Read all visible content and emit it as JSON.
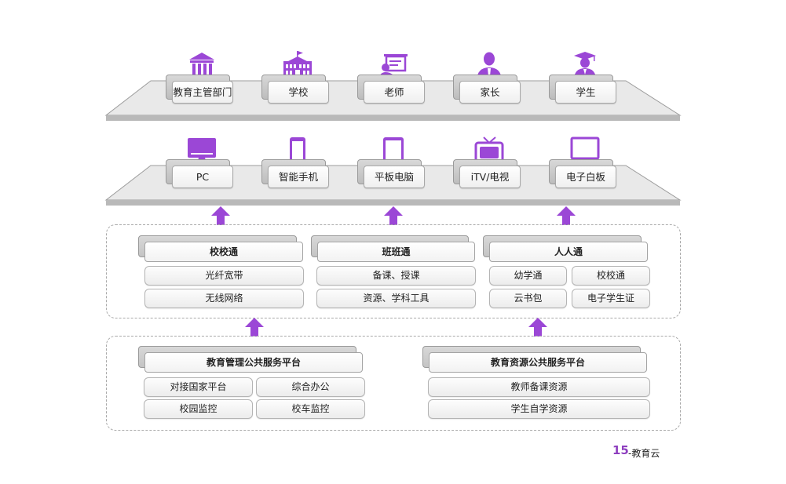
{
  "colors": {
    "accent": "#9b47d6",
    "platform": "#e8e8e8",
    "platform_edge": "#b5b5b5"
  },
  "users": [
    {
      "label": "教育主管部门",
      "icon": "government-building-icon"
    },
    {
      "label": "学校",
      "icon": "school-building-icon"
    },
    {
      "label": "老师",
      "icon": "teacher-icon"
    },
    {
      "label": "家长",
      "icon": "parent-icon"
    },
    {
      "label": "学生",
      "icon": "student-icon"
    }
  ],
  "devices": [
    {
      "label": "PC",
      "icon": "monitor-icon"
    },
    {
      "label": "智能手机",
      "icon": "smartphone-icon"
    },
    {
      "label": "平板电脑",
      "icon": "tablet-icon"
    },
    {
      "label": "iTV/电视",
      "icon": "tv-icon"
    },
    {
      "label": "电子白板",
      "icon": "whiteboard-icon"
    }
  ],
  "apps": [
    {
      "title": "校校通",
      "items": [
        "光纤宽带",
        "无线网络"
      ]
    },
    {
      "title": "班班通",
      "items": [
        "备课、授课",
        "资源、学科工具"
      ]
    },
    {
      "title": "人人通",
      "items": [
        "幼学通",
        "校校通",
        "云书包",
        "电子学生证"
      ]
    }
  ],
  "platforms": [
    {
      "title": "教育管理公共服务平台",
      "items": [
        "对接国家平台",
        "综合办公",
        "校园监控",
        "校车监控"
      ]
    },
    {
      "title": "教育资源公共服务平台",
      "items": [
        "教师备课资源",
        "学生自学资源"
      ]
    }
  ],
  "footer": {
    "page_number": "15",
    "label": "-教育云"
  }
}
